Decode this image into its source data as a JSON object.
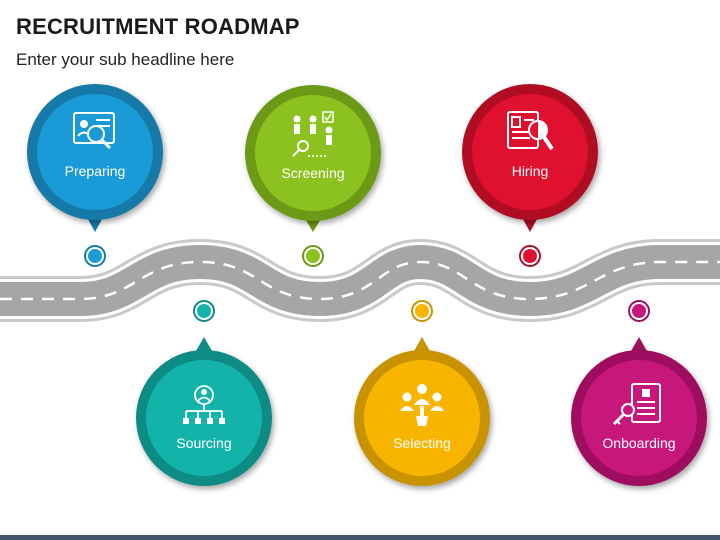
{
  "header": {
    "title": "RECRUITMENT ROADMAP",
    "subtitle": "Enter your sub headline here"
  },
  "stages": [
    {
      "label": "Preparing",
      "color": "#1a9ad6",
      "ring": "#137aa9",
      "icon": "resume-search-icon"
    },
    {
      "label": "Screening",
      "color": "#8cc21f",
      "ring": "#6d9a14",
      "icon": "candidates-screening-icon"
    },
    {
      "label": "Hiring",
      "color": "#e0102f",
      "ring": "#b00c24",
      "icon": "resume-magnifier-icon"
    },
    {
      "label": "Sourcing",
      "color": "#14b3aa",
      "ring": "#0f8c85",
      "icon": "org-chart-person-icon"
    },
    {
      "label": "Selecting",
      "color": "#f7b500",
      "ring": "#c99200",
      "icon": "team-select-icon"
    },
    {
      "label": "Onboarding",
      "color": "#c8177a",
      "ring": "#9e115f",
      "icon": "document-key-icon"
    }
  ]
}
